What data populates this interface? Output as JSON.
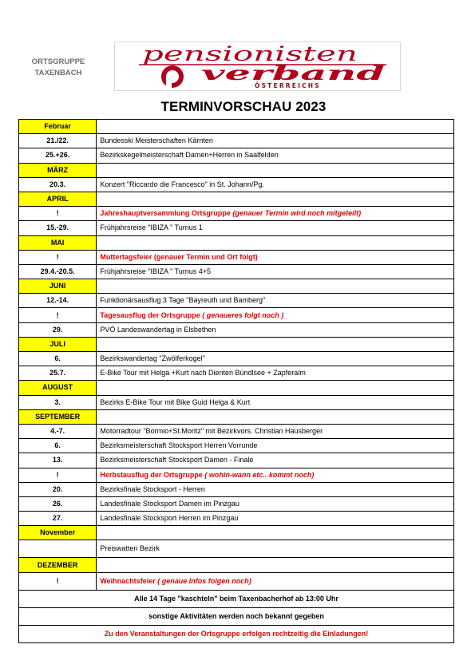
{
  "header": {
    "org_line1": "ORTSGRUPPE",
    "org_line2": "TAXENBACH",
    "logo_line1": "pensionisten",
    "logo_line2": "verband",
    "logo_line3": "ÖSTERREICHS",
    "title": "TERMINVORSCHAU 2023"
  },
  "colors": {
    "month_bg": "#ffff00",
    "highlight_red": "#e60000",
    "logo_red": "#b0001c"
  },
  "rows": [
    {
      "kind": "month",
      "label": "Februar"
    },
    {
      "kind": "event",
      "date": "21./22.",
      "text": "Bundesski Meisterschaften Kärnten"
    },
    {
      "kind": "event",
      "date": "25.+26.",
      "text": "Bezirkskegelmeisterschaft Damen+Herren in Saalfelden"
    },
    {
      "kind": "month",
      "label": "MÄRZ"
    },
    {
      "kind": "event",
      "date": "20.3.",
      "text": "Konzert \"Riccardo die Francesco\" in St. Johann/Pg."
    },
    {
      "kind": "month",
      "label": "APRIL"
    },
    {
      "kind": "event",
      "date": "!",
      "text": "Jahreshauptversammlung Ortsgruppe",
      "note": "(genauer Termin wird noch mitgeteilt)",
      "red": true
    },
    {
      "kind": "event",
      "date": "15.-29.",
      "text": "Frühjahrsreise \"IBIZA \" Turnus 1"
    },
    {
      "kind": "month",
      "label": "MAI"
    },
    {
      "kind": "event",
      "date": "!",
      "text": "Muttertagsfeier (genauer Termin und Ort folgt)",
      "red": true
    },
    {
      "kind": "event",
      "date": "29.4.-20.5.",
      "text": "Frühjahrsreise \"IBIZA \" Turnus 4+5"
    },
    {
      "kind": "month",
      "label": "JUNI"
    },
    {
      "kind": "event",
      "date": "12.-14.",
      "text": "Funktionärsausflug 3 Tage \"Bayreuth und Bamberg\""
    },
    {
      "kind": "event",
      "date": "!",
      "text": "Tagesausflug der Ortsgruppe",
      "note": "( genaueres folgt noch )",
      "red": true
    },
    {
      "kind": "event",
      "date": "29.",
      "text": "PVÖ Landeswandertag in Elsbethen"
    },
    {
      "kind": "month",
      "label": "JULI"
    },
    {
      "kind": "event",
      "date": "6.",
      "text": "Bezirkswandertag \"Zwölferkogel\""
    },
    {
      "kind": "event",
      "date": "25.7.",
      "text": "E-Bike Tour mit Helga +Kurt nach Dienten Bündlsee + Zapferalm"
    },
    {
      "kind": "month",
      "label": "AUGUST"
    },
    {
      "kind": "event",
      "date": "3.",
      "text": "Bezirks E-Bike Tour mit Bike Guid Helga & Kurt"
    },
    {
      "kind": "month",
      "label": "SEPTEMBER"
    },
    {
      "kind": "event",
      "date": "4.-7.",
      "text": "Motorradtour \"Bormio+St.Moritz\" mit Bezirkvors. Christian Hausberger"
    },
    {
      "kind": "event",
      "date": "6.",
      "text": "Bezirksmeisterschaft Stocksport Herren Vorrunde"
    },
    {
      "kind": "event",
      "date": "13.",
      "text": "Bezirksmeisterschaft Stocksport Damen - Finale"
    },
    {
      "kind": "event",
      "date": "!",
      "text": "Herbstausflug der Ortsgruppe",
      "note": "( wohin-wann etc.. kommt noch)",
      "red": true
    },
    {
      "kind": "event",
      "date": "20.",
      "text": "Bezirksfinale Stocksport - Herren"
    },
    {
      "kind": "event",
      "date": "26.",
      "text": "Landesfinale Stocksport Damen im Pinzgau"
    },
    {
      "kind": "event",
      "date": "27.",
      "text": "Landesfinale Stocksport Herren im Pinzgau"
    },
    {
      "kind": "month",
      "label": "November"
    },
    {
      "kind": "event",
      "date": "",
      "text": "Preiswatten Bezirk",
      "tall": true
    },
    {
      "kind": "month",
      "label": "DEZEMBER"
    },
    {
      "kind": "event",
      "date": "!",
      "text": "Weihnachtsfeier",
      "note": "( genaue Infos folgen noch)",
      "red": true,
      "tall": true
    }
  ],
  "footer": [
    {
      "text": "Alle 14 Tage \"kaschteln\" beim Taxenbacherhof ab 13:00 Uhr",
      "red": false
    },
    {
      "text": "sonstige Aktivitäten werden noch bekannt gegeben",
      "red": false
    },
    {
      "text": "Zu den Veranstaltungen der Ortsgruppe erfolgen rechtzeitig die Einladungen!",
      "red": true
    }
  ]
}
